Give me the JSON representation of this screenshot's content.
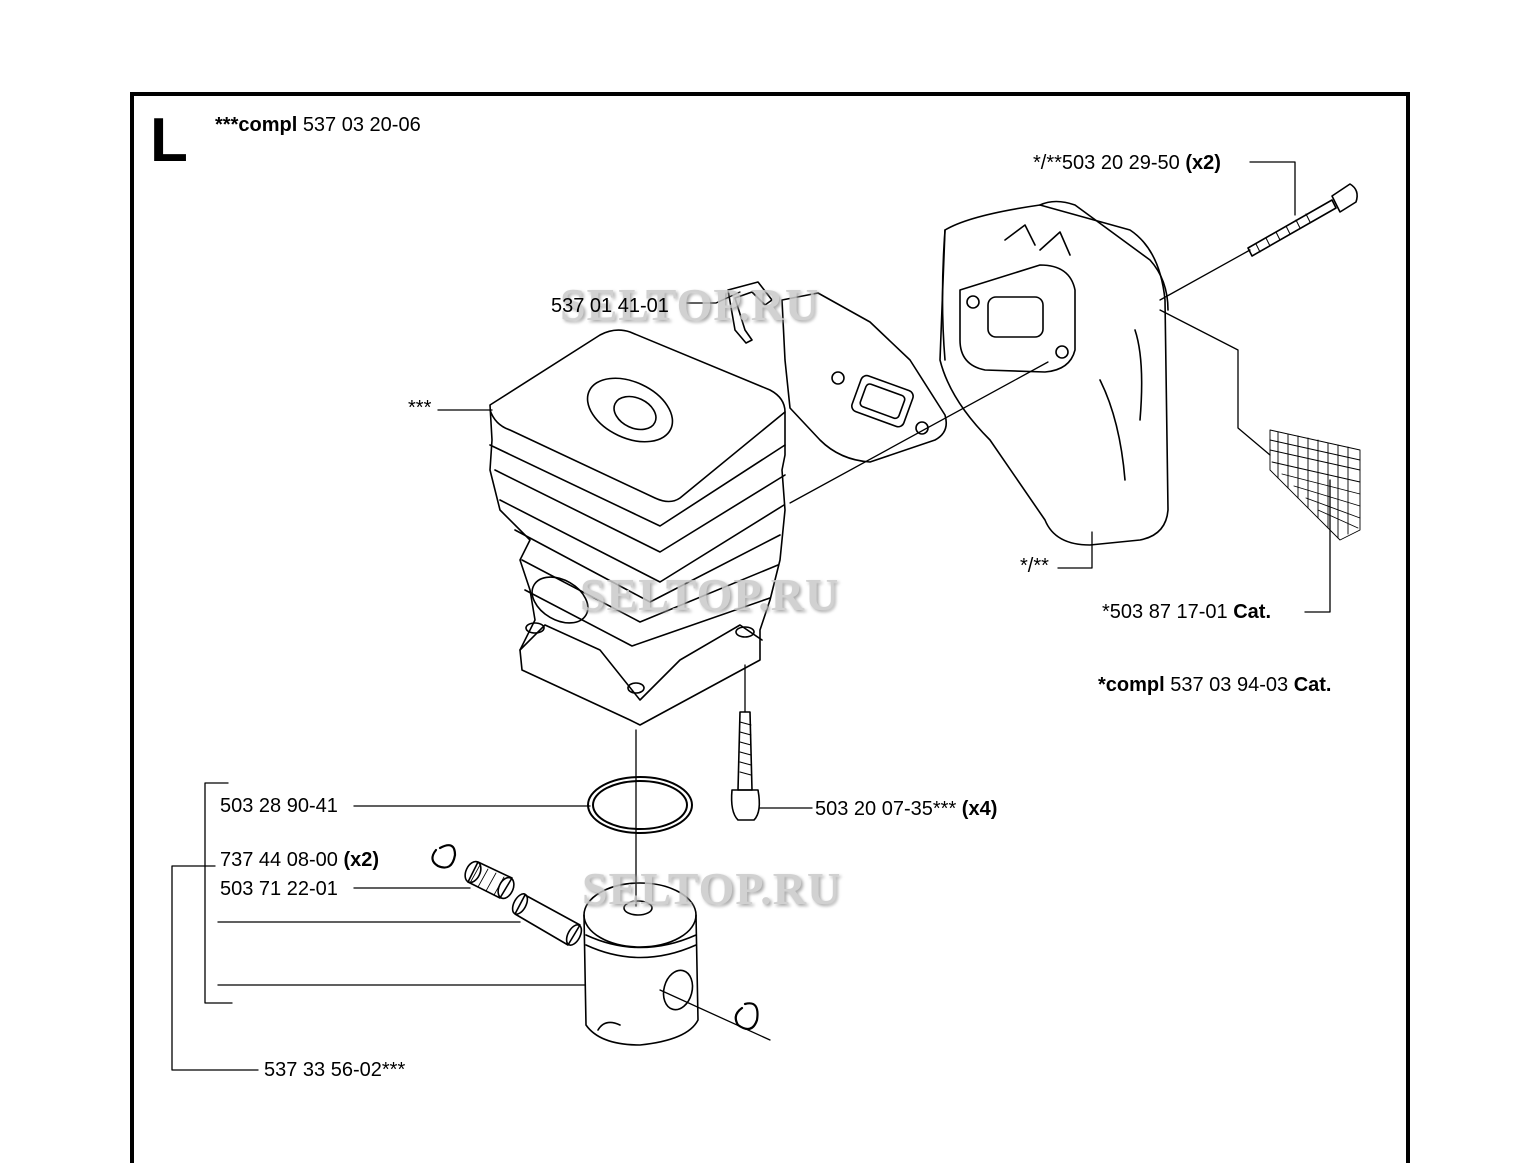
{
  "section_letter": "L",
  "watermark": "SELTOP.RU",
  "labels": {
    "cyl_compl_prefix": "***compl",
    "cyl_compl_num": "537 03 20-06",
    "bolt_long_num": "*/**503 20 29-50",
    "bolt_long_qty": "(x2)",
    "bracket_num": "537 01 41-01",
    "cylinder_ref": "***",
    "muffler_ref": "*/**",
    "screen_num": "*503 87 17-01",
    "screen_cat": "Cat.",
    "muffler_compl_prefix": "*compl",
    "muffler_compl_num": "537 03 94-03",
    "muffler_compl_cat": "Cat.",
    "ring_num": "503 28 90-41",
    "screw_num": "503 20 07-35***",
    "screw_qty": "(x4)",
    "circlip_num": "737 44 08-00",
    "circlip_qty": "(x2)",
    "bearing_num": "503 71 22-01",
    "piston_kit_num": "537 33 56-02***"
  }
}
